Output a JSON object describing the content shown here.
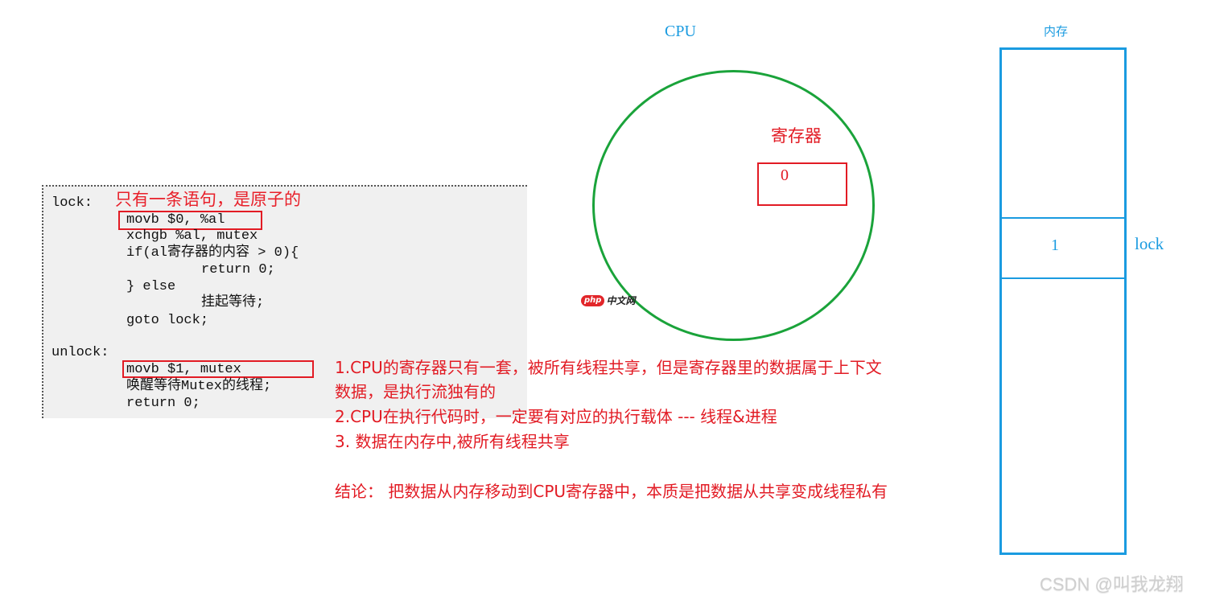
{
  "code_panel": {
    "lines": [
      {
        "text": "lock:",
        "indent": 0
      },
      {
        "text": "movb $0, %al",
        "indent": 1
      },
      {
        "text": "xchgb %al, mutex",
        "indent": 1
      },
      {
        "text": "if(al寄存器的内容 > 0){",
        "indent": 1
      },
      {
        "text": "return 0;",
        "indent": 2
      },
      {
        "text": "} else",
        "indent": 1
      },
      {
        "text": "挂起等待;",
        "indent": 2
      },
      {
        "text": "goto lock;",
        "indent": 1
      },
      {
        "text": "",
        "indent": 0
      },
      {
        "text": "unlock:",
        "indent": 0
      },
      {
        "text": "movb $1, mutex",
        "indent": 1
      },
      {
        "text": "唤醒等待Mutex的线程;",
        "indent": 1
      },
      {
        "text": "return 0;",
        "indent": 1
      }
    ],
    "atomic_note": "只有一条语句，是原子的",
    "highlighted_lines": [
      "movb $0, %al",
      "movb $1, mutex"
    ]
  },
  "cpu": {
    "label": "CPU",
    "register_label": "寄存器",
    "register_value": "0"
  },
  "memory": {
    "label": "内存",
    "lock_value": "1",
    "lock_name": "lock"
  },
  "notes": [
    "1.CPU的寄存器只有一套，被所有线程共享，但是寄存器里的数据属于上下文",
    "数据，是执行流独有的",
    "2.CPU在执行代码时，一定要有对应的执行载体 --- 线程&进程",
    "3.  数据在内存中,被所有线程共享",
    "结论：  把数据从内存移动到CPU寄存器中，本质是把数据从共享变成线程私有"
  ],
  "watermarks": {
    "php_logo": "php",
    "php_cn": "中文网",
    "csdn": "CSDN @叫我龙翔"
  },
  "colors": {
    "register_red": "#e21b24",
    "cpu_green": "#1aa33a",
    "memory_blue": "#1a9be0",
    "code_bg": "#f0f0f0"
  }
}
